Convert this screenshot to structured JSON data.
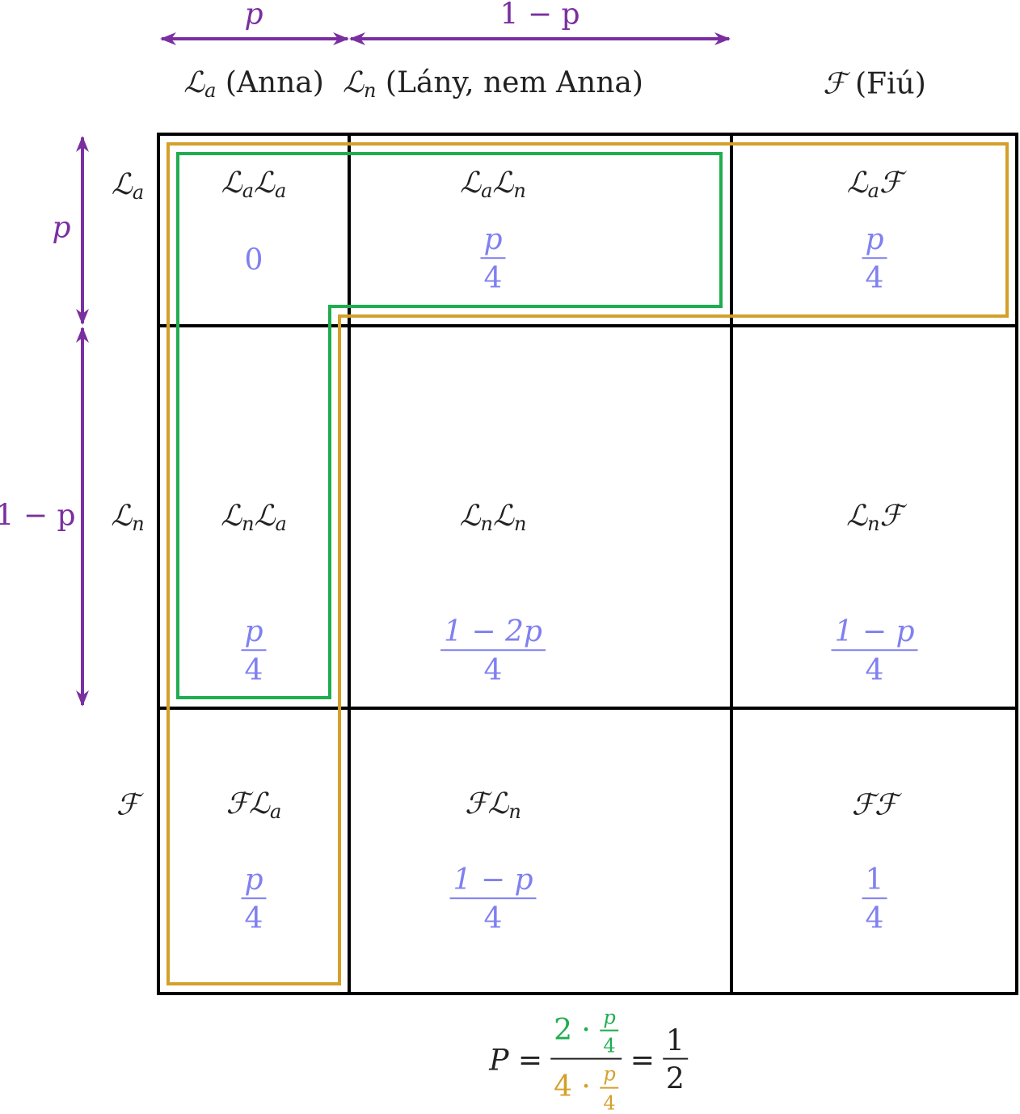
{
  "measures": {
    "top_p": "p",
    "top_1mp": "1 − p",
    "left_p": "p",
    "left_1mp": "1 − p"
  },
  "colors": {
    "measure": "#7a2fa0",
    "prob": "#8080f0",
    "green": "#1fad4f",
    "gold": "#d4a02a",
    "grid": "#000000"
  },
  "columns": [
    {
      "sym": "ℒ",
      "sub": "a",
      "name": "(Anna)"
    },
    {
      "sym": "ℒ",
      "sub": "n",
      "name": "(Lány, nem Anna)"
    },
    {
      "sym": "ℱ",
      "sub": "",
      "name": "(Fiú)"
    }
  ],
  "rows": [
    {
      "sym": "ℒ",
      "sub": "a"
    },
    {
      "sym": "ℒ",
      "sub": "n"
    },
    {
      "sym": "ℱ",
      "sub": ""
    }
  ],
  "cells": [
    [
      {
        "l1": "ℒ",
        "s1": "a",
        "l2": "ℒ",
        "s2": "a",
        "num": "0",
        "den": ""
      },
      {
        "l1": "ℒ",
        "s1": "a",
        "l2": "ℒ",
        "s2": "n",
        "num": "p",
        "den": "4"
      },
      {
        "l1": "ℒ",
        "s1": "a",
        "l2": "ℱ",
        "s2": "",
        "num": "p",
        "den": "4"
      }
    ],
    [
      {
        "l1": "ℒ",
        "s1": "n",
        "l2": "ℒ",
        "s2": "a",
        "num": "p",
        "den": "4"
      },
      {
        "l1": "ℒ",
        "s1": "n",
        "l2": "ℒ",
        "s2": "n",
        "num": "1 − 2p",
        "den": "4"
      },
      {
        "l1": "ℒ",
        "s1": "n",
        "l2": "ℱ",
        "s2": "",
        "num": "1 − p",
        "den": "4"
      }
    ],
    [
      {
        "l1": "ℱ",
        "s1": "",
        "l2": "ℒ",
        "s2": "a",
        "num": "p",
        "den": "4"
      },
      {
        "l1": "ℱ",
        "s1": "",
        "l2": "ℒ",
        "s2": "n",
        "num": "1 − p",
        "den": "4"
      },
      {
        "l1": "ℱ",
        "s1": "",
        "l2": "ℱ",
        "s2": "",
        "num": "1",
        "den": "4"
      }
    ]
  ],
  "formula": {
    "lhs": "P =",
    "num_coef": "2 ·",
    "num_frac_num": "p",
    "num_frac_den": "4",
    "den_coef": "4 ·",
    "den_frac_num": "p",
    "den_frac_den": "4",
    "eq": "=",
    "res_num": "1",
    "res_den": "2"
  }
}
